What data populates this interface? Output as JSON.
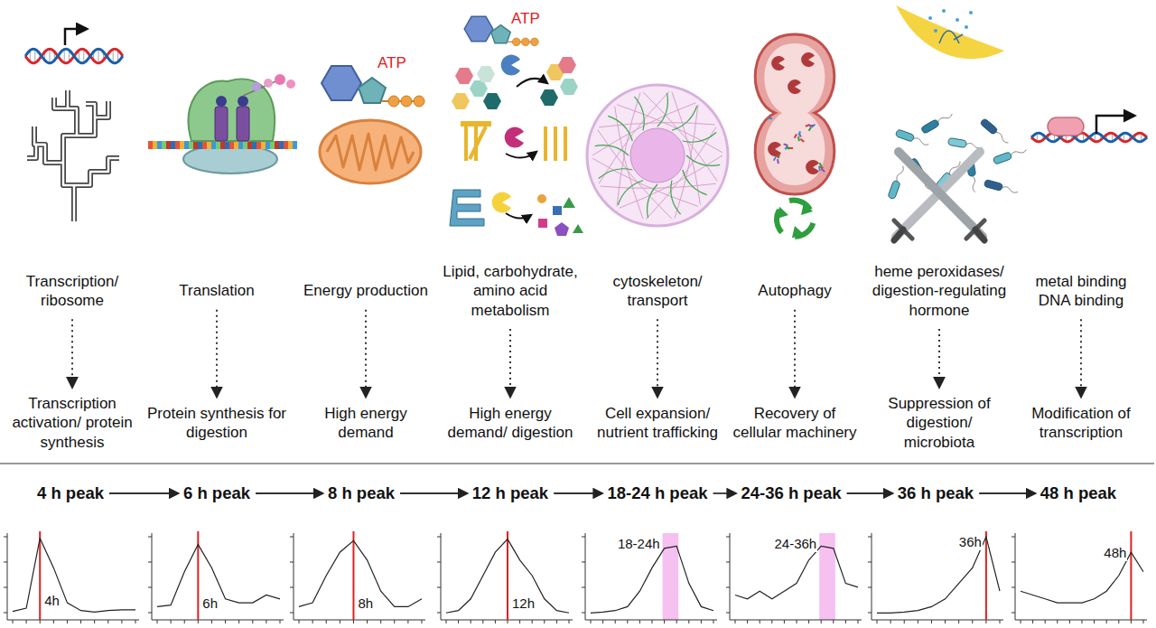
{
  "diagram": {
    "nodes": [
      {
        "text": [
          "Transcription/ ribosome"
        ]
      },
      {
        "text": [
          "Translation"
        ]
      },
      {
        "text": [
          "Energy production"
        ]
      },
      {
        "text": [
          "Lipid, carbohydrate, amino acid metabolism"
        ]
      },
      {
        "text": [
          "cytoskeleton/ transport"
        ]
      },
      {
        "text": [
          "Autophagy"
        ]
      },
      {
        "text": [
          "heme peroxidases/ digestion-regulating hormone"
        ]
      },
      {
        "text": [
          "metal binding DNA binding"
        ]
      },
      {
        "text": [
          "Transcription activation/ protein synthesis"
        ]
      },
      {
        "text": [
          "Protein synthesis for digestion"
        ]
      },
      {
        "text": [
          "High energy demand"
        ]
      },
      {
        "text": [
          "High energy demand/ digestion"
        ]
      },
      {
        "text": [
          "Cell expansion/ nutrient trafficking"
        ]
      },
      {
        "text": [
          "Recovery of cellular machinery"
        ]
      },
      {
        "text": [
          "Suppression of digestion/ microbiota"
        ]
      },
      {
        "text": [
          "Modification of transcription"
        ]
      },
      {
        "text": [
          "4 h peak"
        ]
      },
      {
        "text": [
          "6 h peak"
        ]
      },
      {
        "text": [
          "8 h peak"
        ]
      },
      {
        "text": [
          "12 h peak"
        ]
      },
      {
        "text": [
          "18-24 h peak"
        ]
      },
      {
        "text": [
          "24-36 h peak"
        ]
      },
      {
        "text": [
          "36 h peak"
        ]
      },
      {
        "text": [
          "48 h peak"
        ]
      }
    ],
    "edges": [
      {
        "from": 0,
        "to": 8,
        "arrow": "to"
      },
      {
        "from": 1,
        "to": 9,
        "arrow": "to"
      },
      {
        "from": 2,
        "to": 10,
        "arrow": "to"
      },
      {
        "from": 3,
        "to": 11,
        "arrow": "to"
      },
      {
        "from": 4,
        "to": 12,
        "arrow": "to"
      },
      {
        "from": 5,
        "to": 13,
        "arrow": "to"
      },
      {
        "from": 6,
        "to": 14,
        "arrow": "to"
      },
      {
        "from": 7,
        "to": 15,
        "arrow": "to"
      },
      {
        "from": 16,
        "to": 17,
        "arrow": "to"
      },
      {
        "from": 17,
        "to": 18,
        "arrow": "to"
      },
      {
        "from": 18,
        "to": 19,
        "arrow": "to"
      },
      {
        "from": 19,
        "to": 20,
        "arrow": "to"
      },
      {
        "from": 20,
        "to": 21,
        "arrow": "to"
      },
      {
        "from": 21,
        "to": 22,
        "arrow": "to"
      },
      {
        "from": 22,
        "to": 23,
        "arrow": "to"
      }
    ],
    "labels": [
      "ATP",
      "ATP",
      "4h",
      "6h",
      "8h",
      "12h",
      "18-24h",
      "24-36h",
      "36h",
      "48h"
    ]
  }
}
